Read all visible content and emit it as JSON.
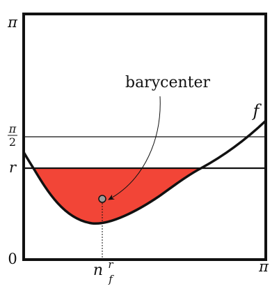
{
  "figure": {
    "annotation": "barycenter",
    "curve_label": "f",
    "y_tick_top": "π",
    "y_tick_half_num": "π",
    "y_tick_half_den": "2",
    "y_tick_r": "r",
    "y_tick_zero": "0",
    "x_tick_right": "π",
    "point_label_base": "n",
    "point_label_sup": "r",
    "point_label_sub": "f"
  },
  "colors": {
    "fill_region": "#f24537",
    "barycenter_point": "#9b9b9b",
    "lines": "#111111"
  }
}
